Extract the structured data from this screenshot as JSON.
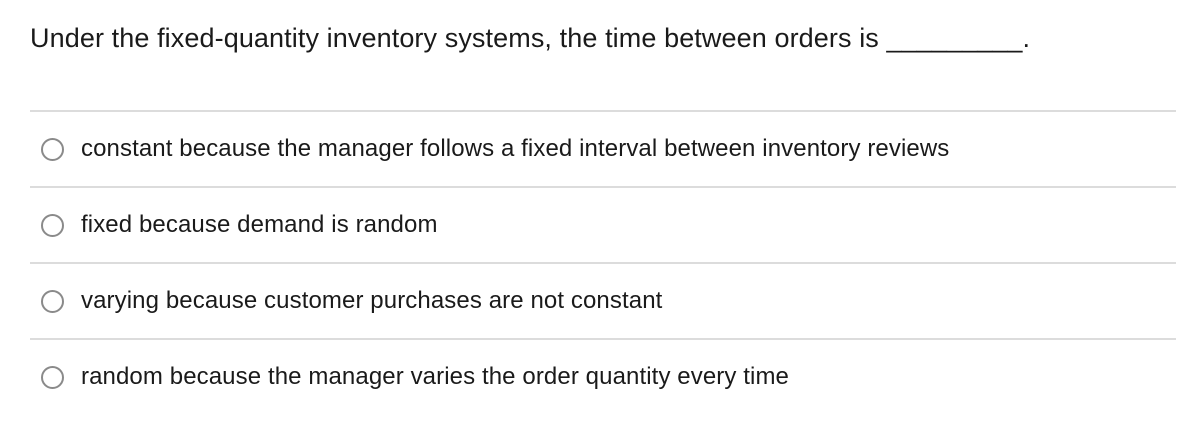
{
  "question": {
    "text": "Under the fixed-quantity inventory systems, the time between orders is _________."
  },
  "options": [
    {
      "label": "constant because the manager follows a fixed interval between inventory reviews",
      "selected": false
    },
    {
      "label": "fixed because demand is random",
      "selected": false
    },
    {
      "label": "varying because customer purchases are not constant",
      "selected": false
    },
    {
      "label": "random because the manager varies the order quantity every time",
      "selected": false
    }
  ],
  "colors": {
    "text": "#1a1a1a",
    "divider": "#dcdcdc",
    "radio_border": "#8a8a8a",
    "background": "#ffffff"
  }
}
